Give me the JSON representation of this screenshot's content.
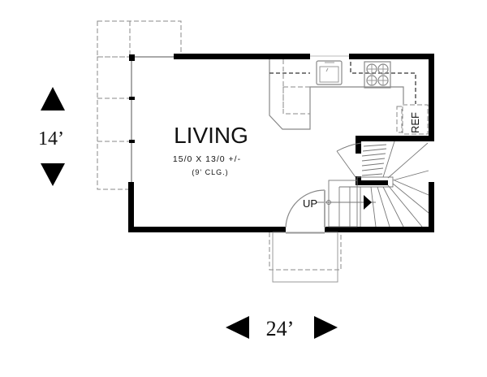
{
  "plan": {
    "room": {
      "name": "LIVING",
      "size": "15/0 X 13/0 +/-",
      "ceiling": "(9' CLG.)"
    },
    "stair_label": "UP",
    "fridge_label": "REF",
    "dimensions": {
      "depth": "14’",
      "width": "24’"
    },
    "icons": [
      "arrow-up-icon",
      "arrow-down-icon",
      "arrow-left-icon",
      "arrow-right-icon",
      "stair-direction-arrow-icon"
    ],
    "colors": {
      "wall": "#000000",
      "fixture_line": "#999999",
      "background": "#ffffff"
    }
  }
}
